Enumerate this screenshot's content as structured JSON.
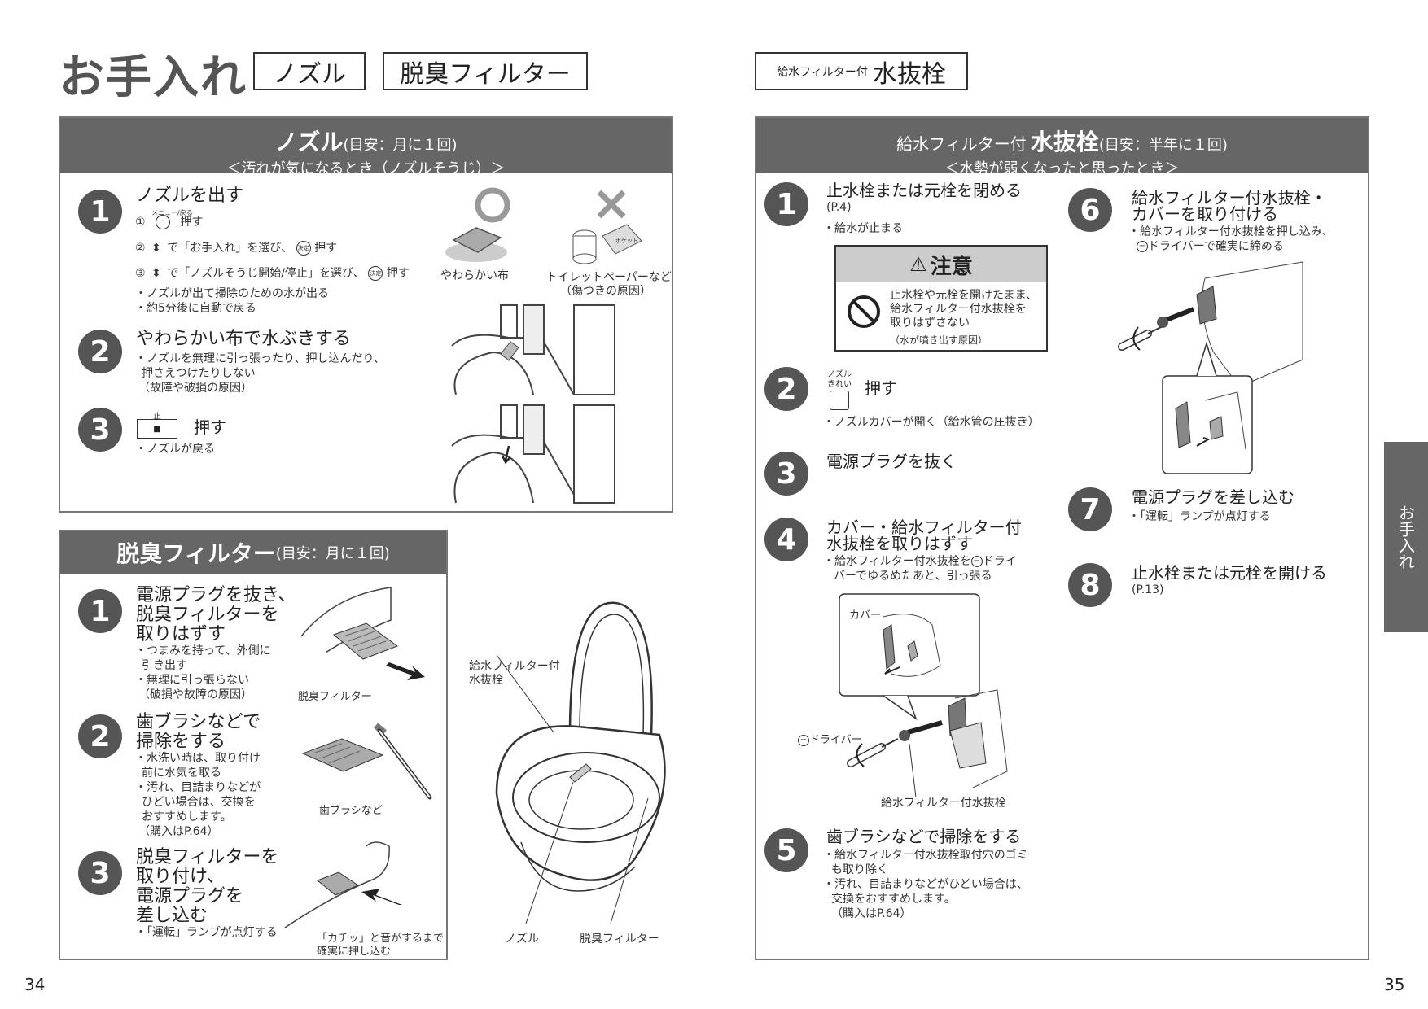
{
  "header": {
    "title": "お手入れ",
    "tag_nozzle": "ノズル",
    "tag_filter": "脱臭フィルター",
    "tag_valve_small": "給水フィルター付",
    "tag_valve_big": "水抜栓"
  },
  "nozzle": {
    "title": "ノズル",
    "meta": "(目安：月に１回)",
    "sub": "＜汚れが気になるとき（ノズルそうじ）＞",
    "s1": {
      "n": "1",
      "title": "ノズルを出す",
      "key_label": "メニュー/戻る",
      "l1_num": "①",
      "l1": "押す",
      "l2_num": "②",
      "l2": "で「お手入れ」を選び、",
      "l2_end": "押す",
      "l3_num": "③",
      "l3": "で「ノズルそうじ開始/停止」を選び、",
      "l3_end": "押す",
      "ok_label": "決定",
      "n1": "・ノズルが出て掃除のための水が出る",
      "n2": "・約5分後に自動で戻る"
    },
    "good_label": "やわらかい布",
    "bad_label": "トイレットペーパーなど",
    "bad_note": "（傷つきの原因）",
    "paper_pkg": "ポケット",
    "s2": {
      "n": "2",
      "title": "やわらかい布で水ぶきする",
      "n1": "・ノズルを無理に引っ張ったり、押し込んだり、",
      "n2": "押さえつけたりしない",
      "n3": "（故障や破損の原因）"
    },
    "s3": {
      "n": "3",
      "key_label": "止",
      "key_symbol": "■",
      "title": "押す",
      "n1": "・ノズルが戻る"
    }
  },
  "filter": {
    "title": "脱臭フィルター",
    "meta": "(目安：月に１回)",
    "s1": {
      "n": "1",
      "t1": "電源プラグを抜き、",
      "t2": "脱臭フィルターを",
      "t3": "取りはずす",
      "n1": "・つまみを持って、外側に",
      "n2": "引き出す",
      "n3": "・無理に引っ張らない",
      "n4": "（破損や故障の原因）"
    },
    "fig1_label": "脱臭フィルター",
    "s2": {
      "n": "2",
      "t1": "歯ブラシなどで",
      "t2": "掃除をする",
      "n1": "・水洗い時は、取り付け",
      "n2": "前に水気を取る",
      "n3": "・汚れ、目詰まりなどが",
      "n4": "ひどい場合は、交換を",
      "n5": "おすすめします。",
      "n6": "（購入はP.64）"
    },
    "fig2_label": "歯ブラシなど",
    "s3": {
      "n": "3",
      "t1": "脱臭フィルターを",
      "t2": "取り付け、",
      "t3": "電源プラグを",
      "t4": "差し込む",
      "n1": "・「運転」ランプが点灯する"
    },
    "fig3_l1": "「カチッ」と音がするまで",
    "fig3_l2": "確実に押し込む"
  },
  "toilet": {
    "valve_l1": "給水フィルター付",
    "valve_l2": "水抜栓",
    "nozzle": "ノズル",
    "filter": "脱臭フィルター"
  },
  "valve": {
    "title_small": "給水フィルター付",
    "title_big": "水抜栓",
    "meta": "(目安：半年に１回)",
    "sub": "＜水勢が弱くなったと思ったとき＞",
    "s1": {
      "n": "1",
      "title": "止水栓または元栓を閉める",
      "ref": "(P.4)",
      "n1": "・給水が止まる"
    },
    "caution": {
      "icon": "⚠",
      "title": "注意",
      "l1": "止水栓や元栓を開けたまま、",
      "l2": "給水フィルター付水抜栓を",
      "l3": "取りはずさない",
      "l4": "（水が噴き出す原因）"
    },
    "s2": {
      "n": "2",
      "key_l1": "ノズル",
      "key_l2": "きれい",
      "title": "押す",
      "n1": "・ノズルカバーが開く（給水管の圧抜き）"
    },
    "s3": {
      "n": "3",
      "title": "電源プラグを抜く"
    },
    "s4": {
      "n": "4",
      "t1": "カバー・給水フィルター付",
      "t2": "水抜栓を取りはずす",
      "n1": "・給水フィルター付水抜栓を",
      "n1_end": "ドライ",
      "n2": "バーでゆるめたあと、引っ張る"
    },
    "fig_cover": "カバー",
    "fig_driver": "ドライバー",
    "fig_plug": "給水フィルター付水抜栓",
    "s5": {
      "n": "5",
      "title": "歯ブラシなどで掃除をする",
      "n1": "・給水フィルター付水抜栓取付穴のゴミ",
      "n2": "も取り除く",
      "n3": "・汚れ、目詰まりなどがひどい場合は、",
      "n4": "交換をおすすめします。",
      "n5": "（購入はP.64）"
    },
    "s6": {
      "n": "6",
      "t1": "給水フィルター付水抜栓・",
      "t2": "カバーを取り付ける",
      "n1": "・給水フィルター付水抜栓を押し込み、",
      "n2": "ドライバーで確実に締める"
    },
    "s7": {
      "n": "7",
      "title": "電源プラグを差し込む",
      "n1": "・「運転」ランプが点灯する"
    },
    "s8": {
      "n": "8",
      "title": "止水栓または元栓を開ける",
      "ref": "(P.13)"
    }
  },
  "side_tab": "お手入れ",
  "page_left": "34",
  "page_right": "35"
}
